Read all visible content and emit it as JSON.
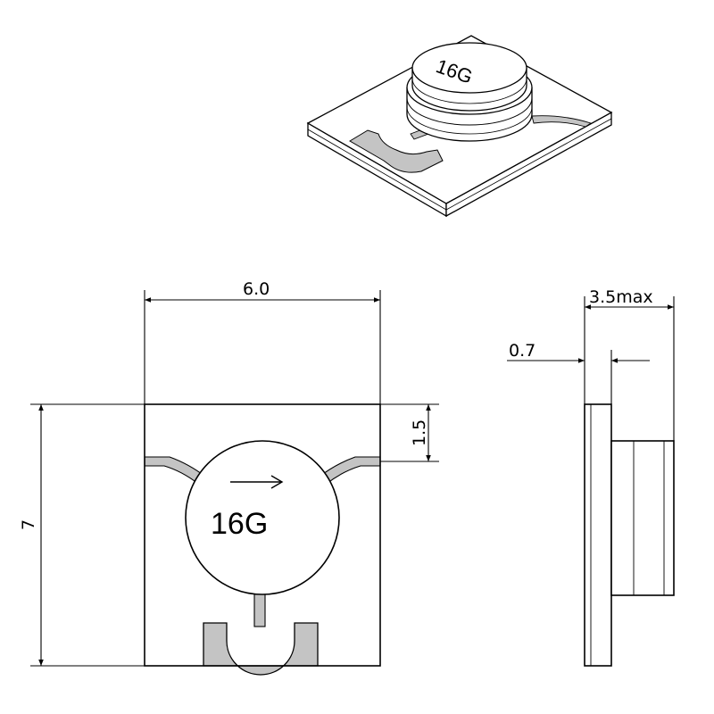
{
  "drawing": {
    "marking": "16G",
    "dimensions": {
      "width": "6.0",
      "height": "7",
      "pad_offset": "1.5",
      "max_height": "3.5max",
      "base_thickness": "0.7"
    }
  },
  "colors": {
    "line": "#000000",
    "pad_fill": "#c4c4c4",
    "body_fill": "#ffffff"
  }
}
